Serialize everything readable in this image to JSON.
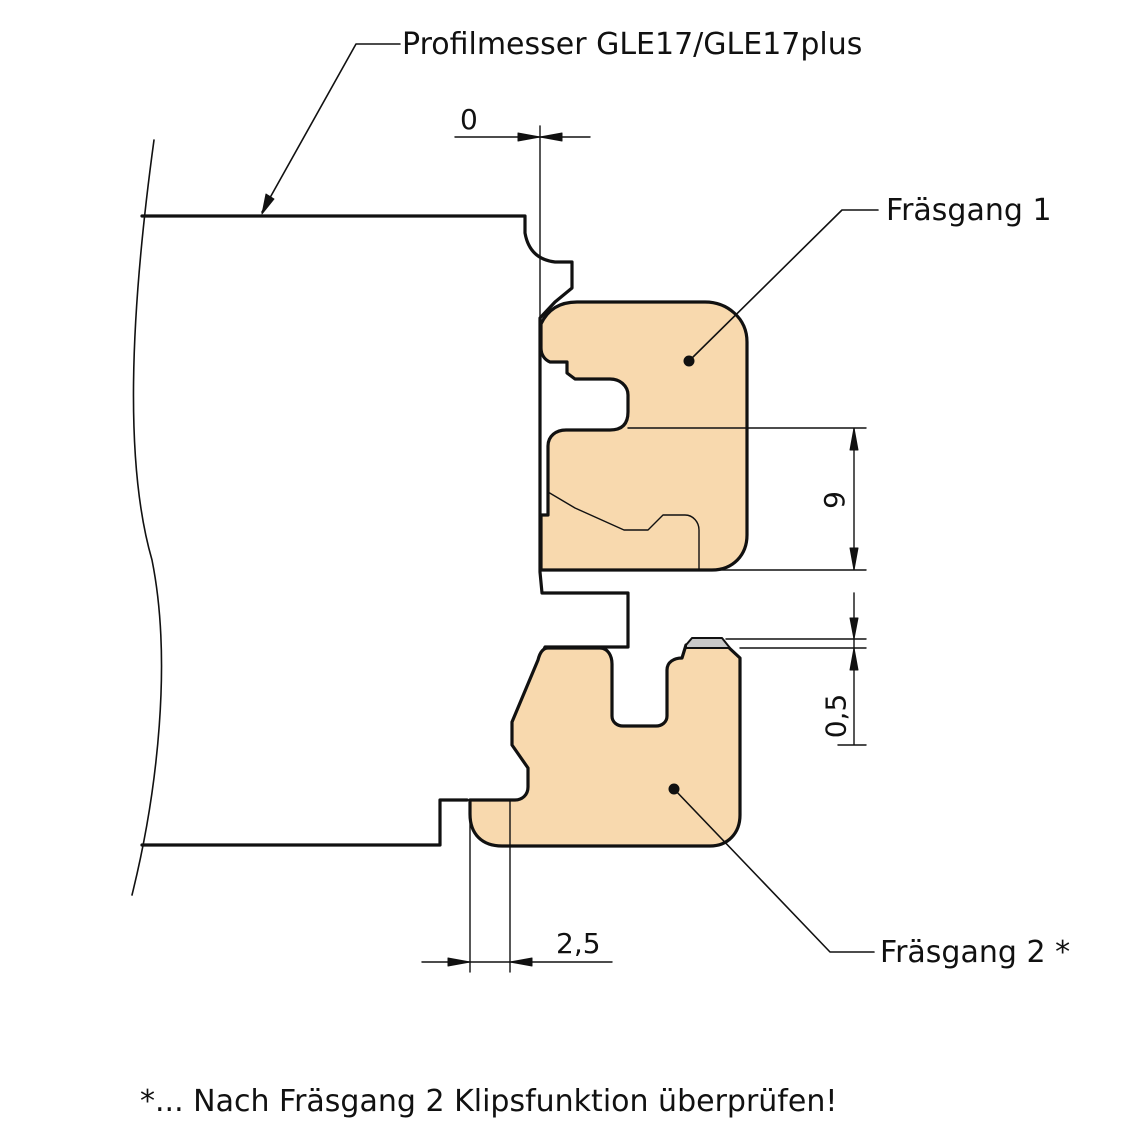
{
  "labels": {
    "tool": "Profilmesser GLE17/GLE17plus",
    "pass1": "Fräsgang 1",
    "pass2": "Fräsgang 2 *",
    "footnote": "*... Nach Fräsgang 2 Klipsfunktion überprüfen!"
  },
  "dimensions": {
    "top_offset": "0",
    "height_pass1": "9",
    "gap": "0,5",
    "bottom_offset": "2,5"
  },
  "colors": {
    "profile_fill": "#f8d9ae",
    "line": "#111111",
    "insert_fill": "#c9c9c9"
  }
}
